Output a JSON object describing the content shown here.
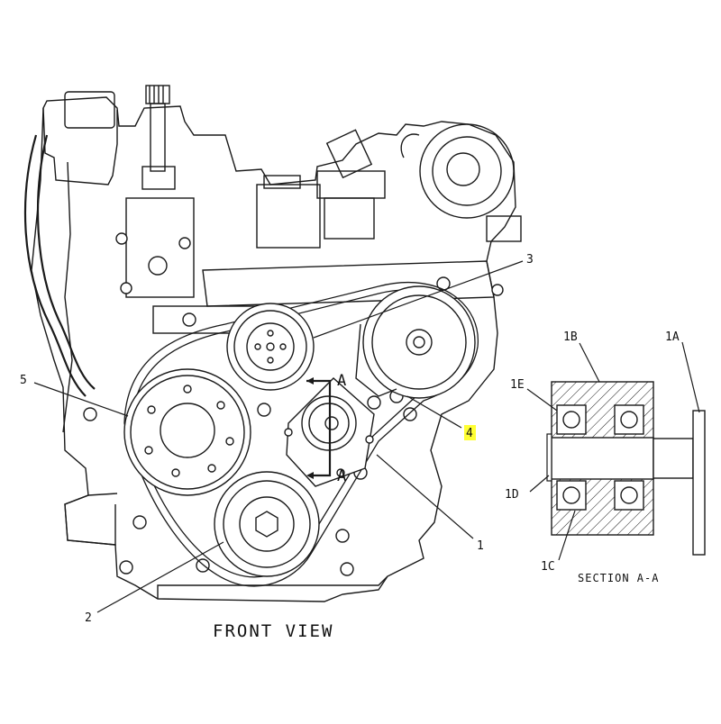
{
  "titles": {
    "front_view": "FRONT VIEW",
    "section": "SECTION A-A"
  },
  "callouts": {
    "c1": "1",
    "c2": "2",
    "c3": "3",
    "c4": "4",
    "c5": "5",
    "c1A": "1A",
    "c1B": "1B",
    "c1C": "1C",
    "c1D": "1D",
    "c1E": "1E"
  },
  "section_marks": {
    "top": "A",
    "bottom": "A"
  },
  "highlight": {
    "callout": "4",
    "color": "#ffff33"
  }
}
